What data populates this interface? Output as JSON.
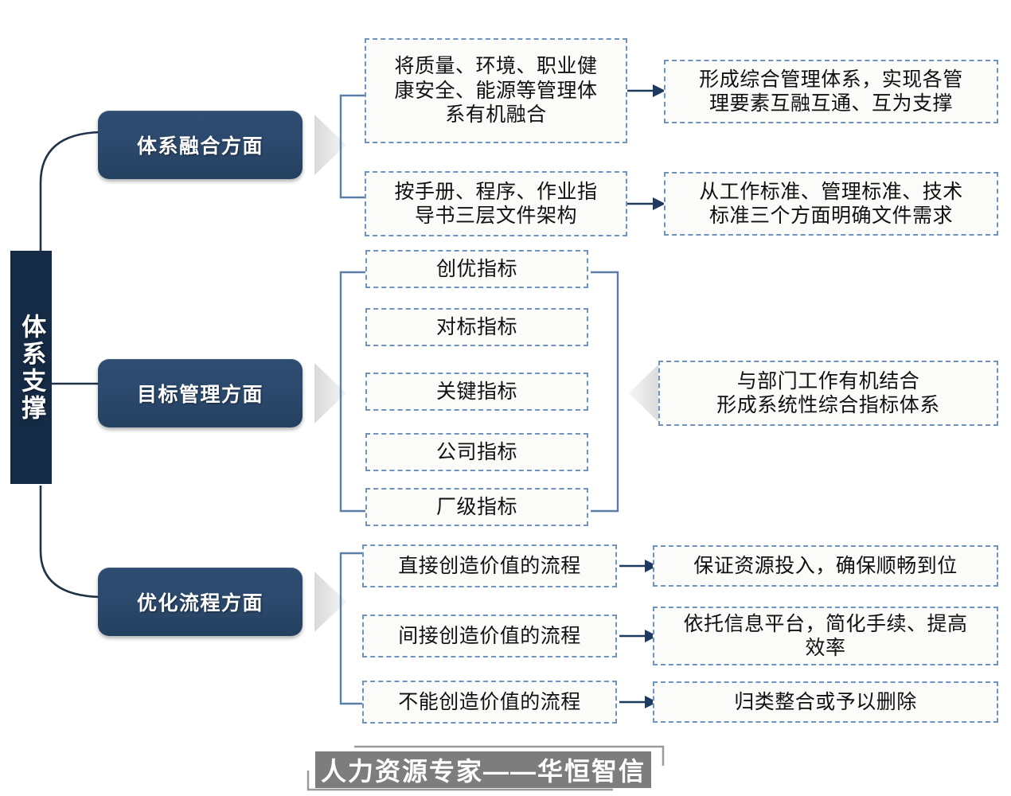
{
  "diagram": {
    "spine": {
      "label": "体系支撑"
    },
    "branches": [
      {
        "id": "branch-system-integration",
        "button_label": "体系融合方面",
        "rows": [
          {
            "left_text": "将质量、环境、职业健\n康安全、能源等管理体\n系有机融合",
            "right_text": "形成综合管理体系，实现各管\n理要素互融互通、互为支撑",
            "arrow": "right-arrow-icon"
          },
          {
            "left_text": "按手册、程序、作业指\n导书三层文件架构",
            "right_text": "从工作标准、管理标准、技术\n标准三个方面明确文件需求",
            "arrow": "right-arrow-icon"
          }
        ]
      },
      {
        "id": "branch-goal-management",
        "button_label": "目标管理方面",
        "items": [
          {
            "label": "创优指标"
          },
          {
            "label": "对标指标"
          },
          {
            "label": "关键指标"
          },
          {
            "label": "公司指标"
          },
          {
            "label": "厂级指标"
          }
        ],
        "summary_text": "与部门工作有机结合\n形成系统性综合指标体系",
        "summary_arrow": "left-chevron-icon"
      },
      {
        "id": "branch-process-optimization",
        "button_label": "优化流程方面",
        "rows": [
          {
            "left_text": "直接创造价值的流程",
            "right_text": "保证资源投入，确保顺畅到位",
            "arrow": "right-arrow-icon"
          },
          {
            "left_text": "间接创造价值的流程",
            "right_text": "依托信息平台，简化手续、提高\n效率",
            "arrow": "right-arrow-icon"
          },
          {
            "left_text": "不能创造价值的流程",
            "right_text": "归类整合或予以删除",
            "arrow": "right-arrow-icon"
          }
        ]
      }
    ],
    "footer": {
      "text": "人力资源专家——华恒智信"
    },
    "colors": {
      "spine_navy": "#152a44",
      "pill_navy": "#2c4a6e",
      "dashed_border": "#6f93bf",
      "bracket_blue": "#5b7fa6",
      "arrow_navy": "#1f3a5f",
      "chevron_gray": "#c9c9c9",
      "footer_gray": "#7d7d7d",
      "box_fill": "#fbfbfa"
    }
  }
}
